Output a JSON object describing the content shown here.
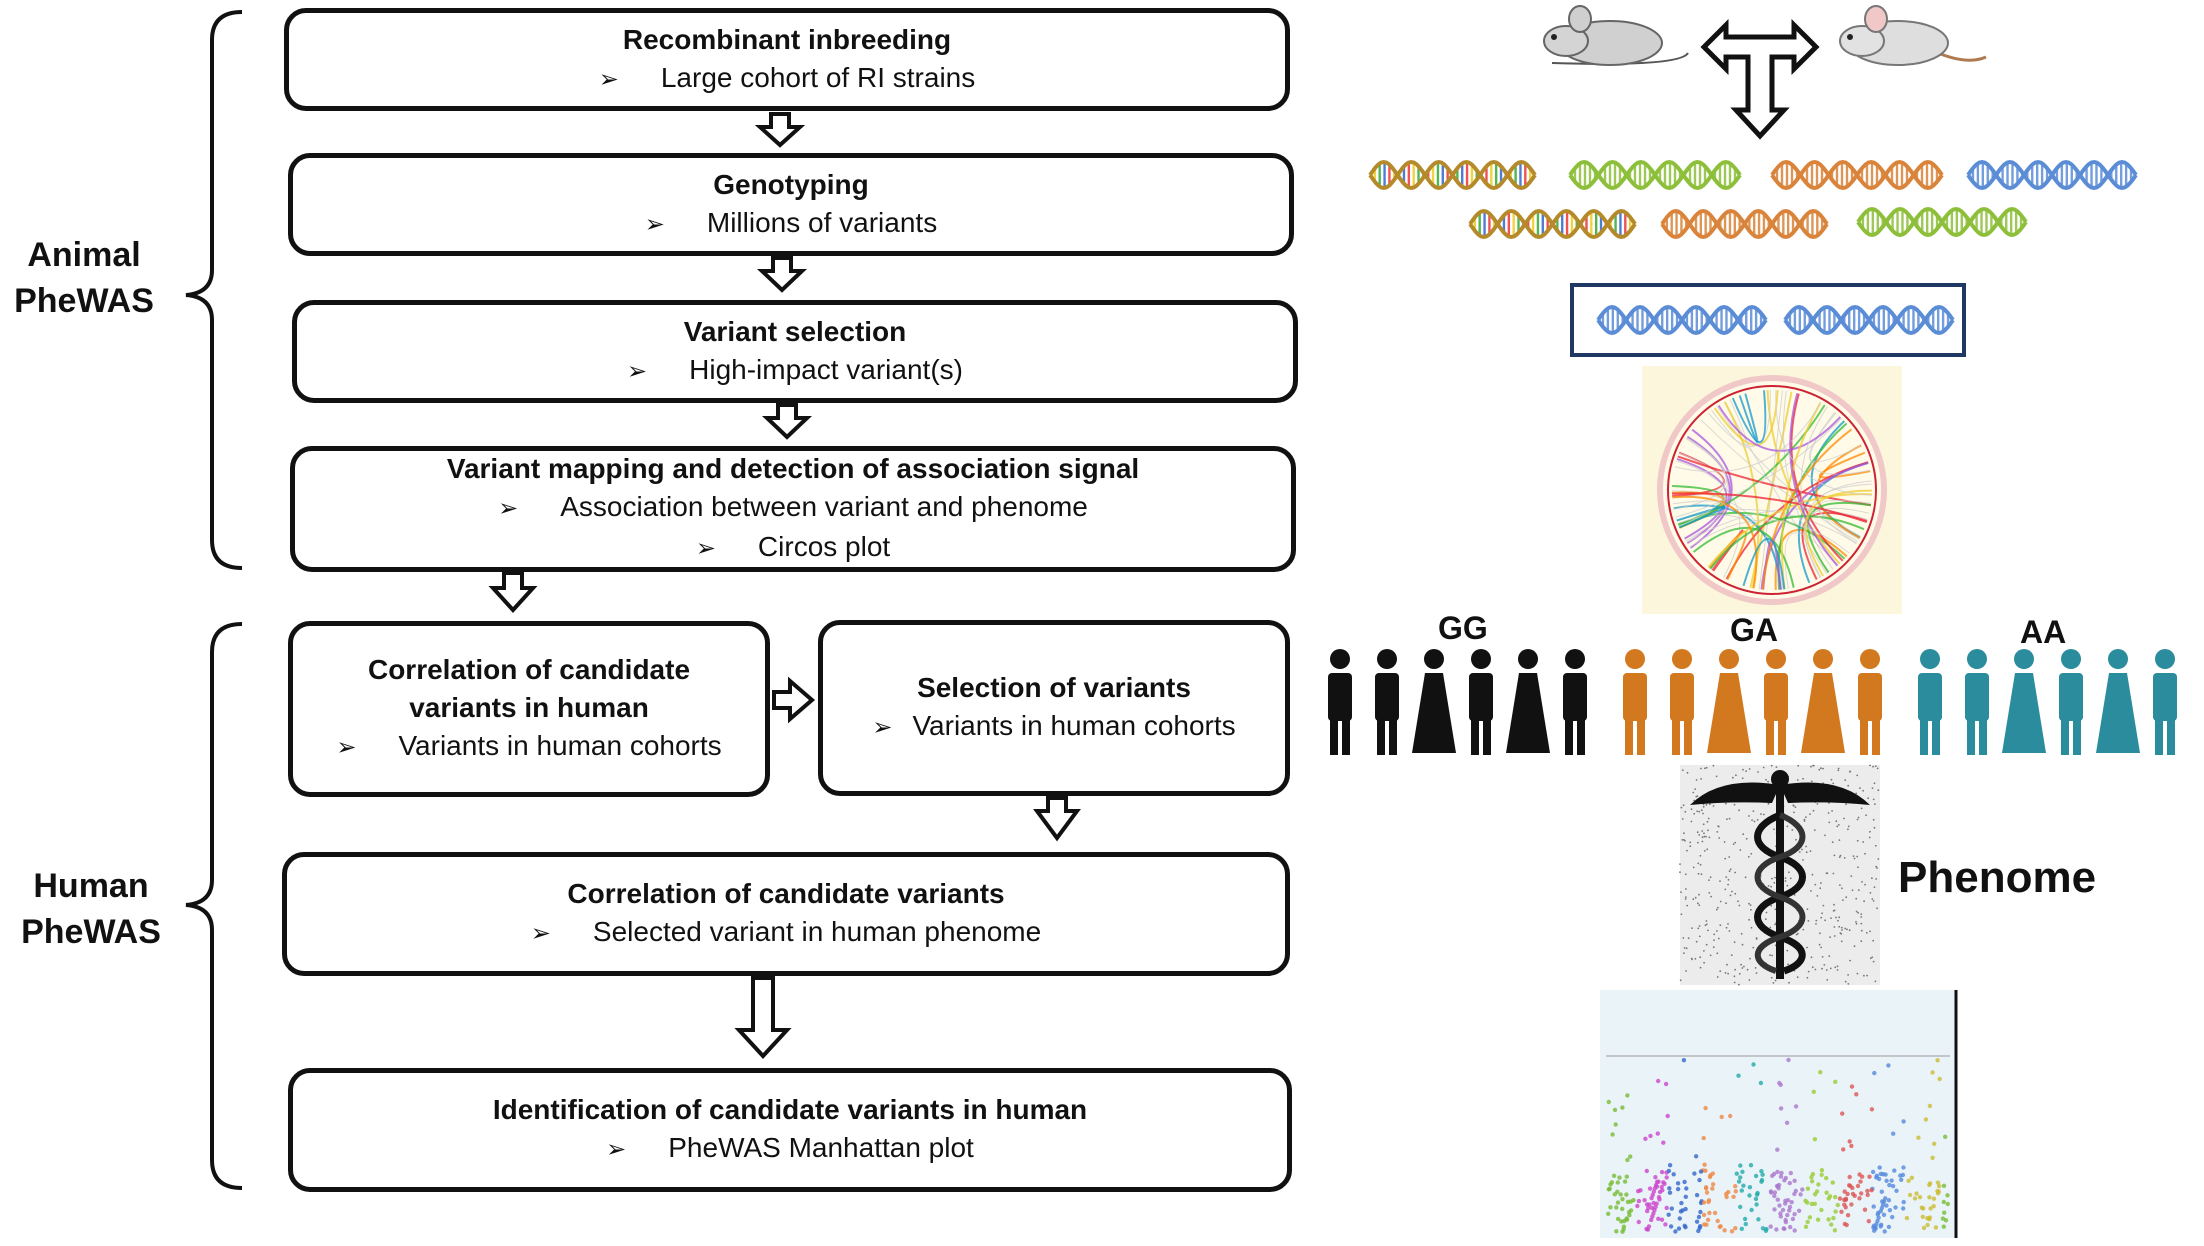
{
  "animal_label": [
    "Animal",
    "PheWAS"
  ],
  "human_label": [
    "Human",
    "PheWAS"
  ],
  "boxes": [
    {
      "title": "Recombinant inbreeding",
      "bullets": [
        "Large cohort of RI strains"
      ]
    },
    {
      "title": "Genotyping",
      "bullets": [
        "Millions of variants"
      ]
    },
    {
      "title": "Variant selection",
      "bullets": [
        "High-impact variant(s)"
      ]
    },
    {
      "title": "Variant mapping and detection of association signal",
      "bullets": [
        "Association between variant and phenome",
        "Circos plot"
      ]
    },
    {
      "title": "Correlation of candidate variants in human",
      "bullets": [
        "Variants in human cohorts"
      ]
    },
    {
      "title": "Selection of variants",
      "bullets": [
        "Variants in human cohorts"
      ]
    },
    {
      "title": "Correlation of candidate variants",
      "bullets": [
        "Selected variant in human phenome"
      ]
    },
    {
      "title": "Identification of candidate variants in human",
      "bullets": [
        "PheWAS Manhattan plot"
      ]
    }
  ],
  "bullet_symbol": "➢",
  "genotypes": [
    "GG",
    "GA",
    "AA"
  ],
  "phenome_label": "Phenome",
  "colors": {
    "GG": "#111111",
    "GA": "#d2781e",
    "AA": "#2a8c9c",
    "frame": "#1f3864"
  }
}
